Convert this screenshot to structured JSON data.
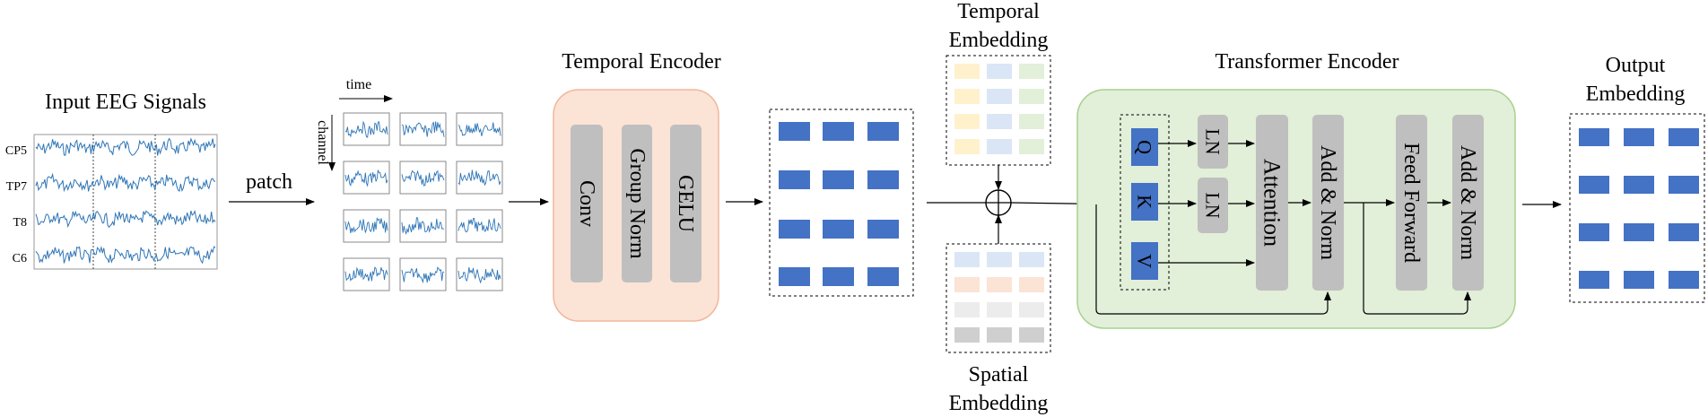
{
  "input": {
    "title": "Input EEG Signals",
    "channels": [
      "CP5",
      "TP7",
      "T8",
      "C6"
    ]
  },
  "patch_label": "patch",
  "patch_grid": {
    "time_label": "time",
    "channel_label": "channel",
    "rows": 4,
    "cols": 3
  },
  "temporal_encoder": {
    "title": "Temporal Encoder",
    "blocks": [
      "Conv",
      "Group Norm",
      "GELU"
    ],
    "fill": "#fbe3d6",
    "stroke": "#f1b79a"
  },
  "patch_tokens": {
    "rows": 4,
    "cols": 3
  },
  "temporal_embedding": {
    "title_line1": "Temporal",
    "title_line2": "Embedding",
    "column_colors": [
      "#fff1cc",
      "#dae6f6",
      "#e2efd9"
    ]
  },
  "spatial_embedding": {
    "title_line1": "Spatial",
    "title_line2": "Embedding",
    "row_colors": [
      "#dae6f6",
      "#fbe3d6",
      "#ececec",
      "#cfcfcf"
    ]
  },
  "transformer_encoder": {
    "title": "Transformer Encoder",
    "fill": "#e2efd9",
    "stroke": "#a9d18e",
    "qkv": [
      "Q",
      "K",
      "V"
    ],
    "ln": [
      "LN",
      "LN"
    ],
    "attention": "Attention",
    "add_norm_1": "Add & Norm",
    "feed_forward": "Feed Forward",
    "add_norm_2": "Add & Norm"
  },
  "output": {
    "title_line1": "Output",
    "title_line2": "Embedding",
    "rows": 4,
    "cols": 3
  },
  "colors": {
    "token_blue": "#4472c4",
    "block_gray": "#bfbfbf",
    "signal_blue": "#2e75b6"
  }
}
